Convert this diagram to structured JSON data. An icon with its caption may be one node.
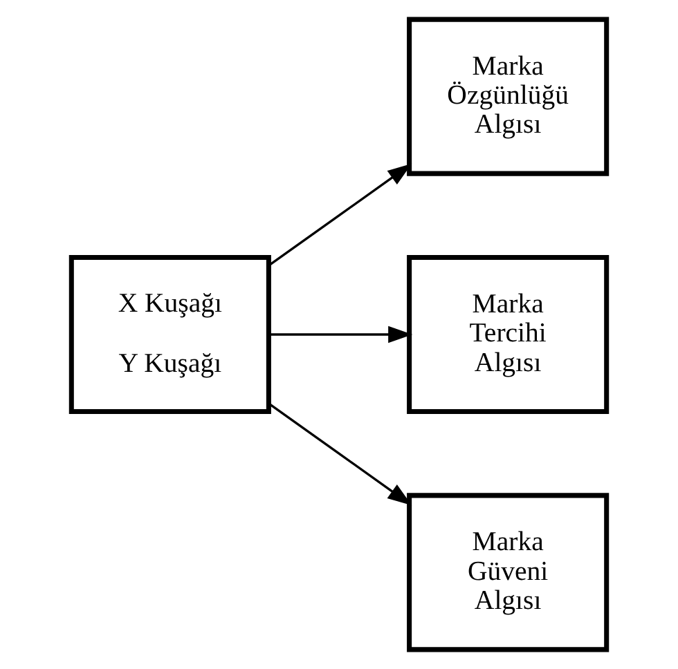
{
  "diagram": {
    "nodes": [
      {
        "text": [
          "X Kuşağı",
          "Y Kuşağı"
        ]
      },
      {
        "text": [
          "Marka Özgünlüğü Algısı"
        ]
      },
      {
        "text": [
          "Marka Tercihi Algısı"
        ]
      },
      {
        "text": [
          "Marka Güveni Algısı"
        ]
      }
    ],
    "edges": [
      {
        "from": 0,
        "to": 1,
        "arrow": "to"
      },
      {
        "from": 0,
        "to": 2,
        "arrow": "to"
      },
      {
        "from": 0,
        "to": 3,
        "arrow": "to"
      }
    ]
  }
}
